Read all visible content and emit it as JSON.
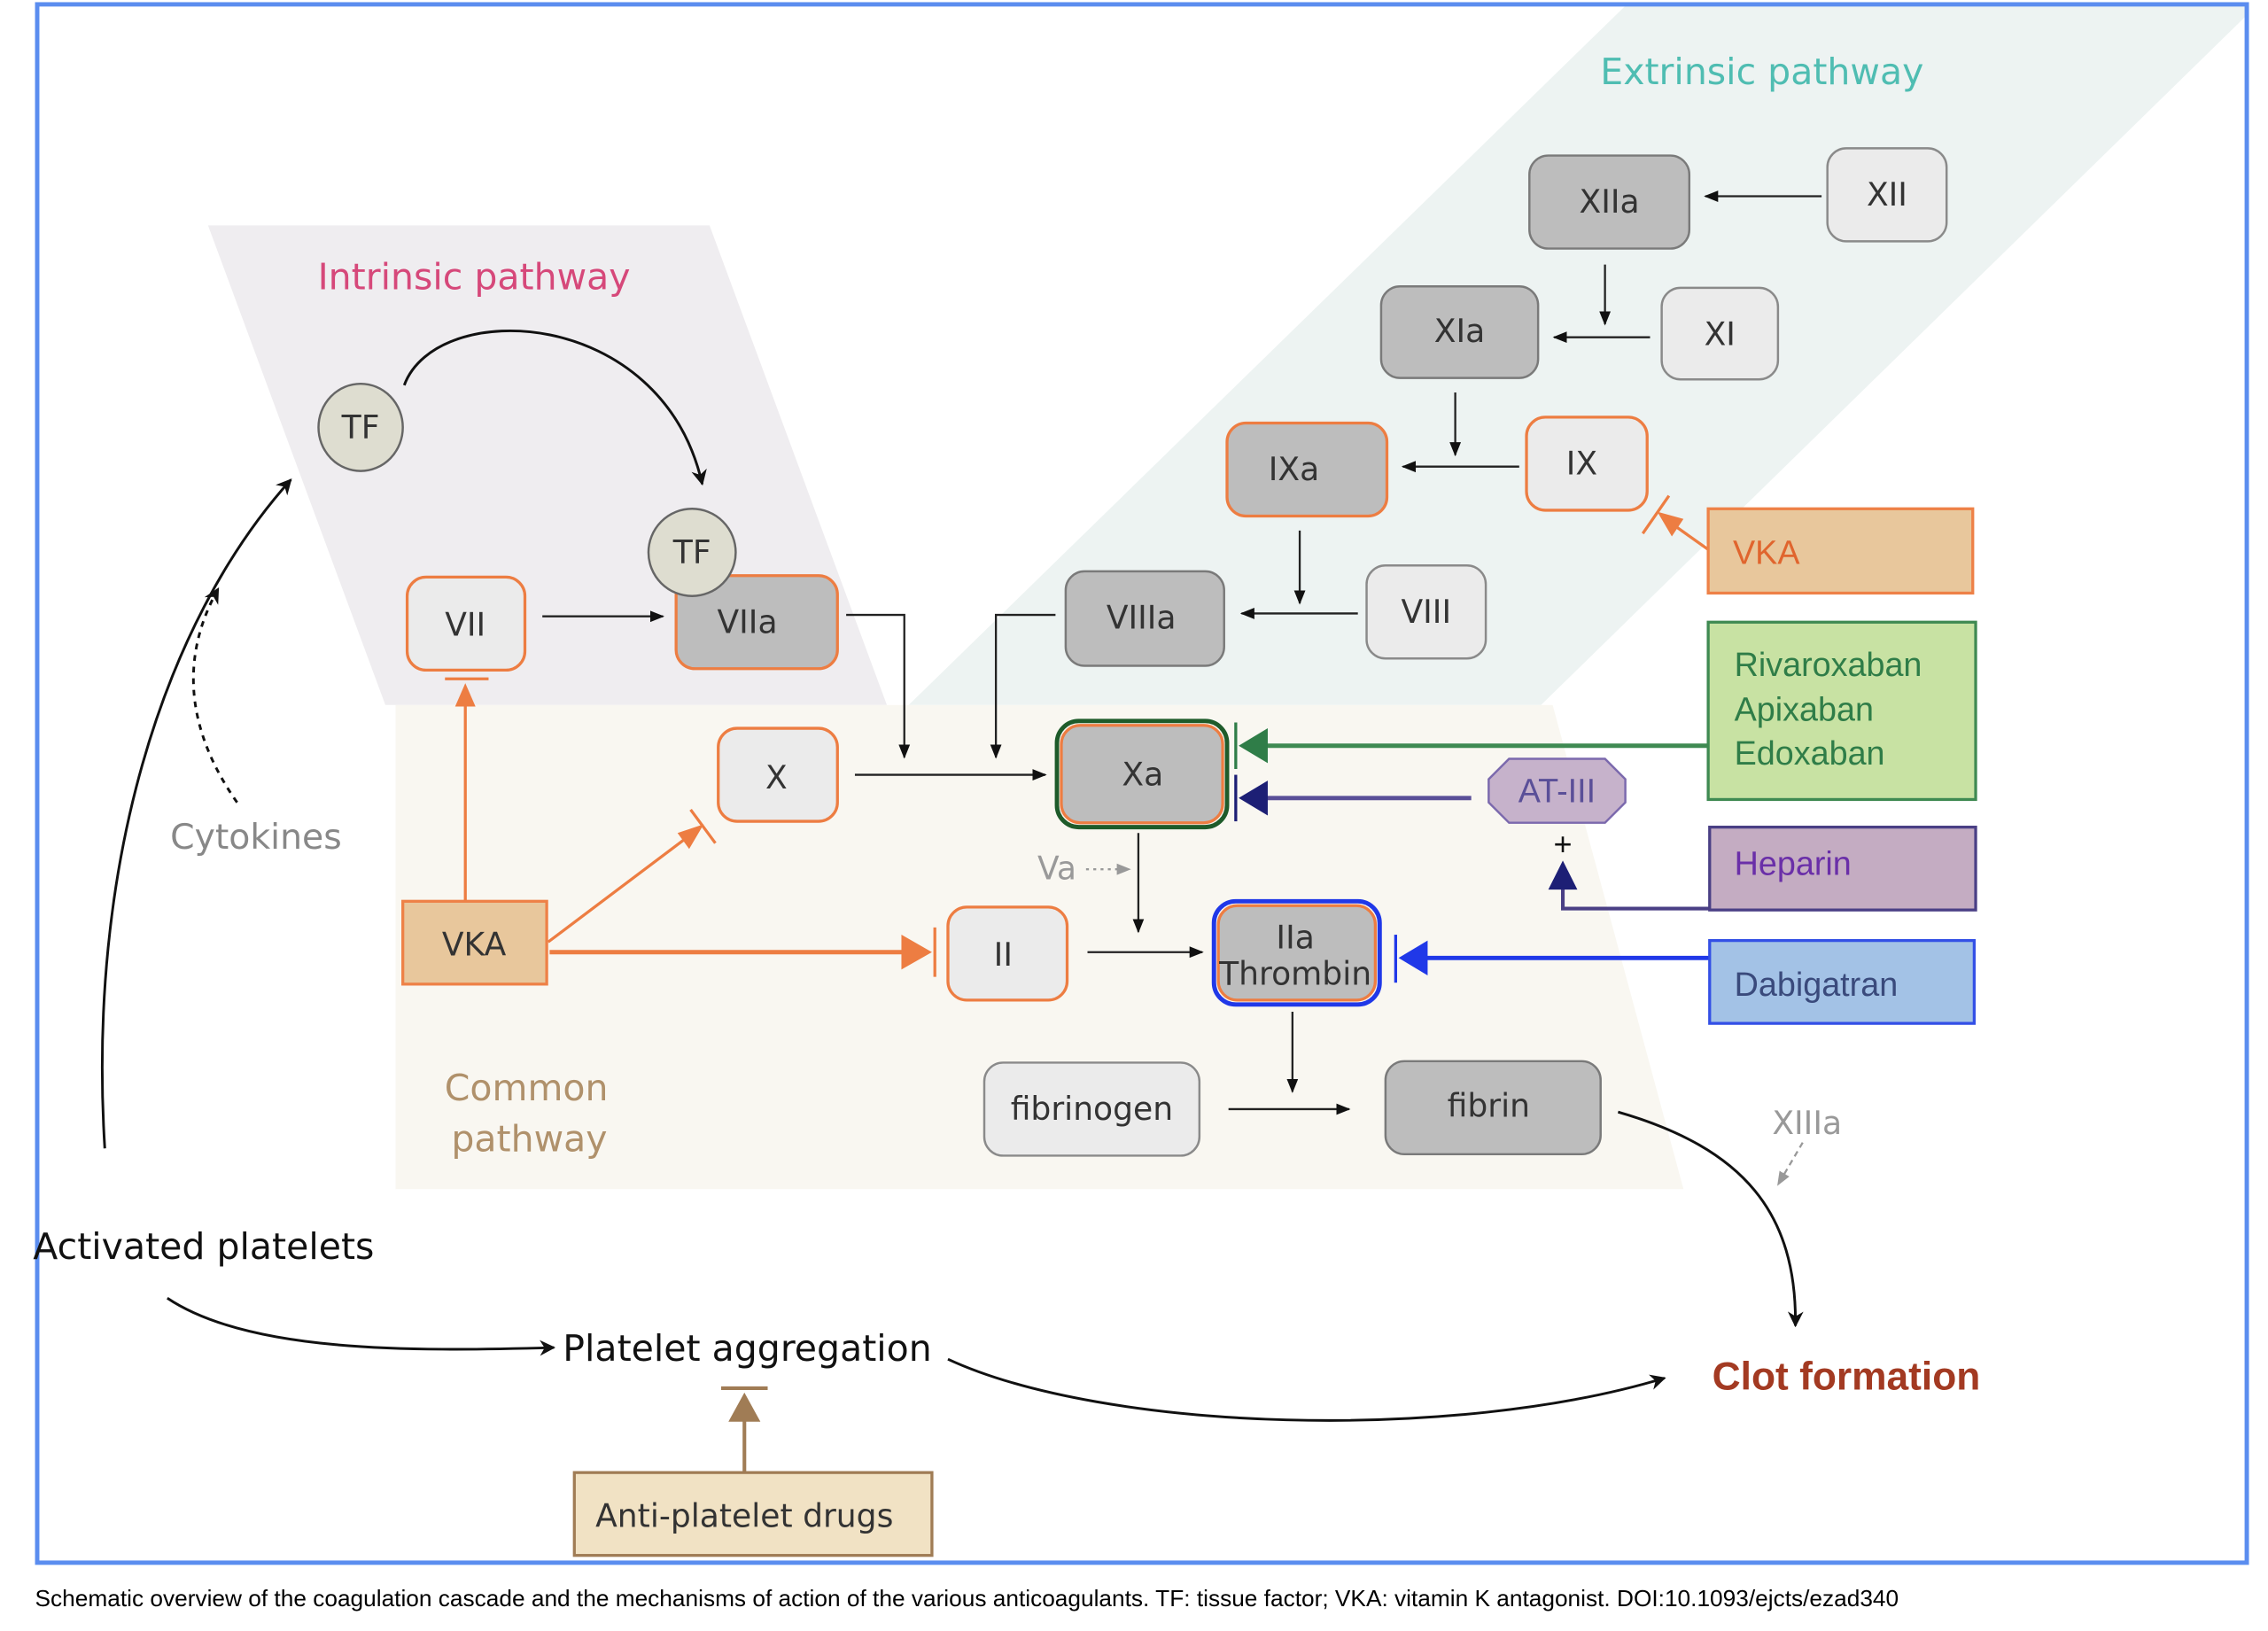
{
  "colors": {
    "frame": "#5b8def",
    "extrinsic_bg": "#edf3f2",
    "intrinsic_bg": "#efedf0",
    "common_bg": "#f9f7f1",
    "inactive_fill": "#ebebeb",
    "active_fill": "#bdbdbd",
    "vka_orange": "#ed7d42",
    "tf_fill": "#deddd0"
  },
  "regions": {
    "extrinsic": "Extrinsic pathway",
    "intrinsic": "Intrinsic pathway",
    "common_line1": "Common",
    "common_line2": "pathway"
  },
  "factors": {
    "tf1": "TF",
    "tf2": "TF",
    "vii": "VII",
    "viia": "VIIa",
    "x": "X",
    "xa": "Xa",
    "ii": "II",
    "iia": "IIa",
    "iia_sub": "Thrombin",
    "fibrinogen": "fibrinogen",
    "fibrin": "fibrin",
    "xiia": "XIIa",
    "xii": "XII",
    "xia": "XIa",
    "xi": "XI",
    "ixa": "IXa",
    "ix": "IX",
    "viiia": "VIIIa",
    "viii": "VIII",
    "va": "Va",
    "xiiia": "XIIIa",
    "at3": "AT-III",
    "plus": "+"
  },
  "drugs": {
    "vka_top": "VKA",
    "vka_left": "VKA",
    "xa_inhibitors": [
      "Rivaroxaban",
      "Apixaban",
      "Edoxaban"
    ],
    "heparin": "Heparin",
    "dabigatran": "Dabigatran",
    "antiplatelet": "Anti-platelet drugs"
  },
  "labels": {
    "cytokines": "Cytokines",
    "activated_platelets": "Activated platelets",
    "platelet_aggregation": "Platelet aggregation",
    "clot_formation": "Clot formation"
  },
  "caption": "Schematic overview of the coagulation cascade and the mechanisms of action of the various anticoagulants. TF: tissue factor; VKA: vitamin K antagonist. DOI:10.1093/ejcts/ezad340"
}
